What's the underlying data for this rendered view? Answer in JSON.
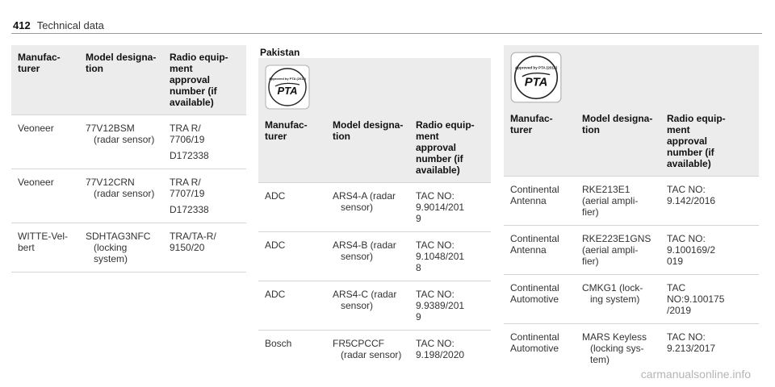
{
  "header": {
    "page_number": "412",
    "section": "Technical data"
  },
  "table1": {
    "headers": [
      "Manufac-\nturer",
      "Model designa-\ntion",
      "Radio equip-\nment\napproval\nnumber (if\navailable)"
    ],
    "rows": [
      {
        "manufacturer": "Veoneer",
        "model": "77V12BSM",
        "model_sub": "(radar sensor)",
        "approval": "TRA R/\n7706/19",
        "approval_extra": "D172338"
      },
      {
        "manufacturer": "Veoneer",
        "model": "77V12CRN",
        "model_sub": "(radar sensor)",
        "approval": "TRA R/\n7707/19",
        "approval_extra": "D172338"
      },
      {
        "manufacturer": "WITTE-Vel-\nbert",
        "model": "SDHTAG3NFC",
        "model_sub": "(locking system)",
        "approval": "TRA/TA-R/\n9150/20",
        "approval_extra": ""
      }
    ]
  },
  "pakistan": {
    "title": "Pakistan",
    "logo": {
      "caption": "Approved by PTA (2018)",
      "text": "PTA"
    },
    "headers": [
      "Manufac-\nturer",
      "Model designa-\ntion",
      "Radio equip-\nment\napproval\nnumber (if\navailable)"
    ],
    "rows": [
      {
        "manufacturer": "ADC",
        "model": "ARS4-A (radar",
        "model_sub": "sensor)",
        "approval": "TAC NO:\n9.9014/201\n9"
      },
      {
        "manufacturer": "ADC",
        "model": "ARS4-B (radar",
        "model_sub": "sensor)",
        "approval": "TAC NO:\n9.1048/201\n8"
      },
      {
        "manufacturer": "ADC",
        "model": "ARS4-C (radar",
        "model_sub": "sensor)",
        "approval": "TAC NO:\n9.9389/201\n9"
      },
      {
        "manufacturer": "Bosch",
        "model": "FR5CPCCF",
        "model_sub": "(radar sensor)",
        "approval": "TAC NO:\n9.198/2020"
      }
    ]
  },
  "table3": {
    "logo": {
      "caption": "Approved by PTA (2018)",
      "text": "PTA"
    },
    "headers": [
      "Manufac-\nturer",
      "Model designa-\ntion",
      "Radio equip-\nment\napproval\nnumber (if\navailable)"
    ],
    "rows": [
      {
        "manufacturer": "Continental\nAntenna",
        "model": "RKE213E1",
        "model_sub": "(aerial ampli-\nfier)",
        "approval": "TAC NO:\n9.142/2016"
      },
      {
        "manufacturer": "Continental\nAntenna",
        "model": "RKE223E1GNS",
        "model_sub": "(aerial ampli-\nfier)",
        "approval": "TAC NO:\n9.100169/2\n019"
      },
      {
        "manufacturer": "Continental\nAutomotive",
        "model": "CMKG1 (lock-",
        "model_sub": "ing system)",
        "approval": "TAC\nNO:9.100175\n/2019"
      },
      {
        "manufacturer": "Continental\nAutomotive",
        "model": "MARS Keyless",
        "model_sub": "(locking sys-\ntem)",
        "approval": "TAC NO:\n9.213/2017"
      }
    ]
  },
  "watermark": "carmanualsonline.info"
}
